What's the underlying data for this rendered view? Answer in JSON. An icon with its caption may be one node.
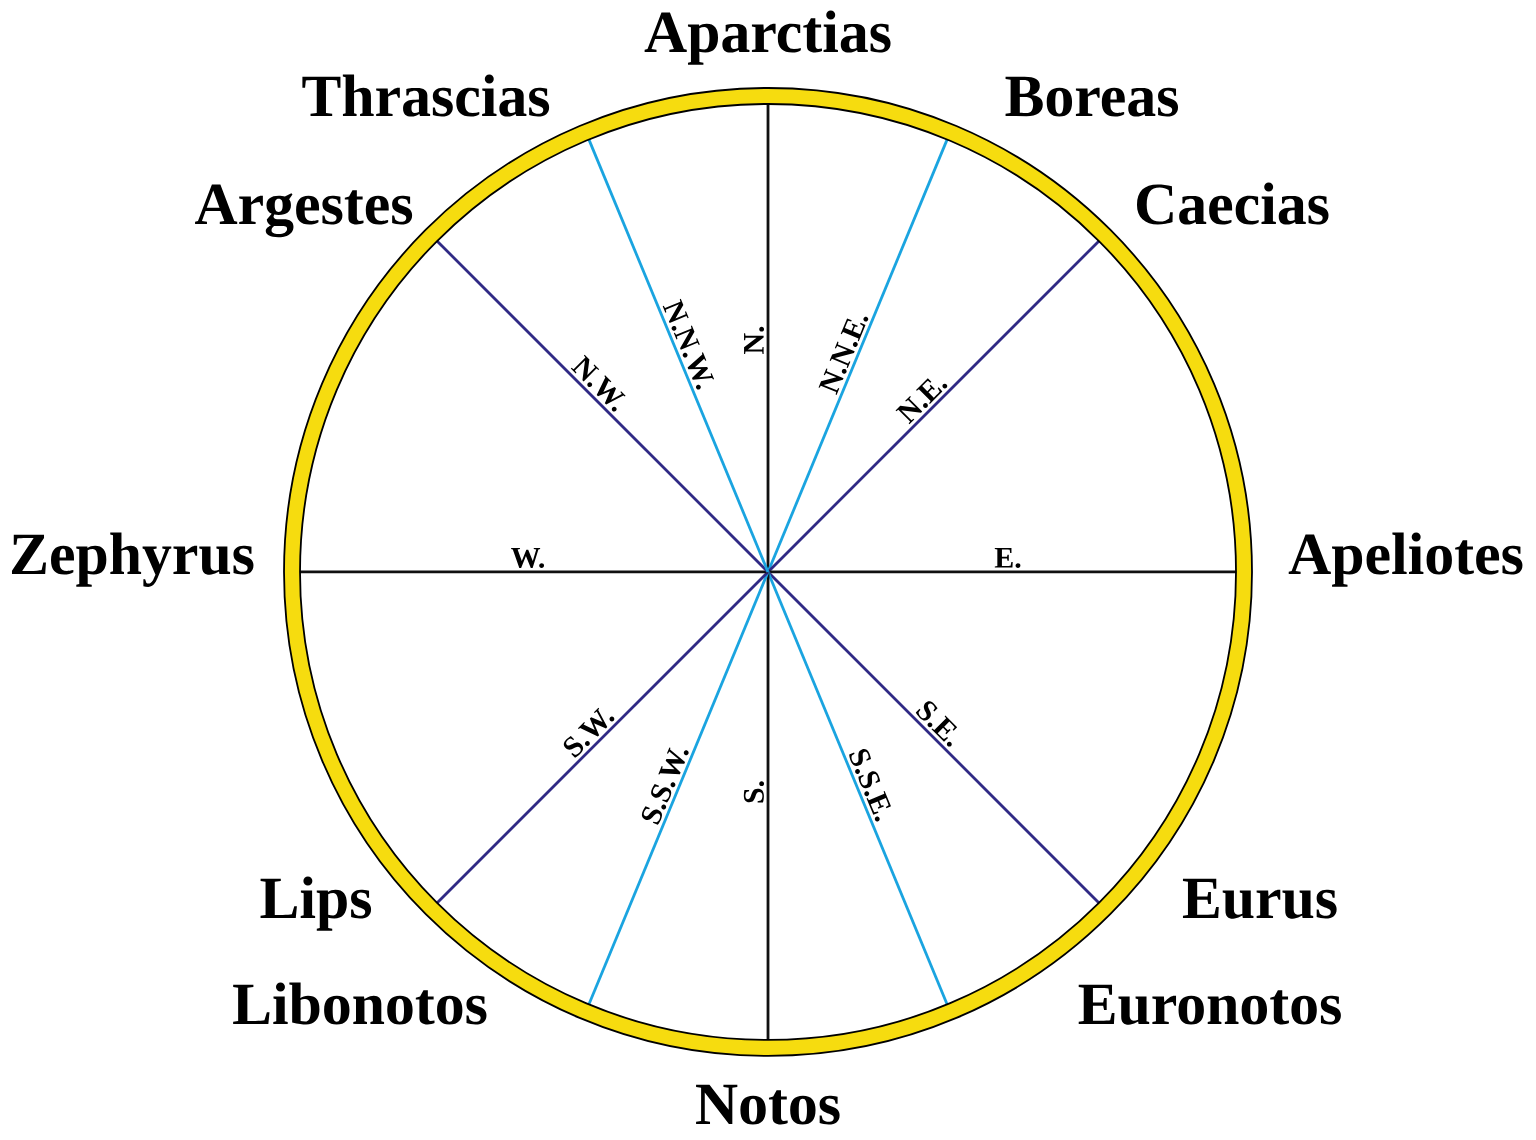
{
  "diagram": {
    "labels": [
      "Aparctias",
      "Thrascias",
      "Boreas",
      "Argestes",
      "Caecias",
      "N.W.",
      "N.N.W.",
      "N.",
      "N.N.E.",
      "N.E.",
      "Zephyrus",
      "W.",
      "E.",
      "Apeliotes",
      "S.W.",
      "S.S.W.",
      "S.",
      "S.S.E.",
      "S.E.",
      "Lips",
      "Eurus",
      "Libonotos",
      "Euronotos",
      "Notos"
    ]
  }
}
